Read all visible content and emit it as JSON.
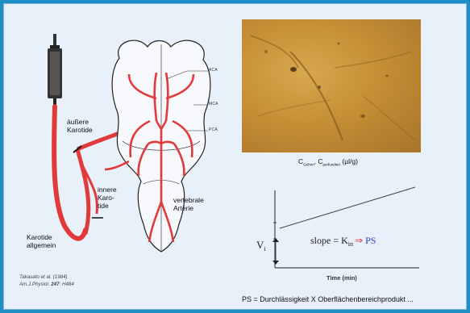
{
  "labels": {
    "external_carotid": "äußere\nKarotide",
    "internal_carotid": "innere\nKaro-\ntide",
    "vertebral_artery": "vertebrale\nArterie",
    "common_carotid": "Karotide\nallgemein",
    "aca": "ACA",
    "mca": "MCA",
    "pca": "PCA"
  },
  "citation": {
    "line1": "Takasato et al. (1984)",
    "line2_prefix": "Am.J.Physiol. ",
    "line2_volume": "247",
    "line2_pages": ": H484"
  },
  "caption": {
    "c1_base": "C",
    "c1_sub": "Gehirn",
    "separator": ", ",
    "c2_base": "C",
    "c2_sub": "perfundiert",
    "unit": " (µl/g)"
  },
  "plot": {
    "y_label_base": "V",
    "y_label_sub": "i",
    "slope_text": "slope = K",
    "slope_sub": "in",
    "arrow": "⇒",
    "ps": "PS",
    "x_label": "Time (min)"
  },
  "footer": "PS = Durchlässigkeit X Oberflächenbereichprodukt ...",
  "colors": {
    "background": "#1e8fc4",
    "panel": "#e8f0fa",
    "artery": "#e23a3a",
    "ps_blue": "#3a3ab8"
  }
}
